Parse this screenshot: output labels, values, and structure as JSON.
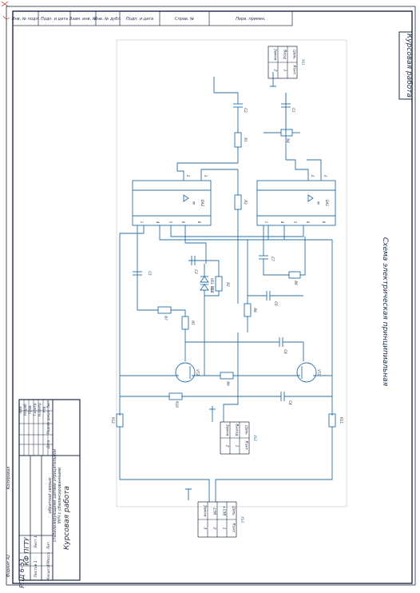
{
  "sheet": {
    "vertical_title": "Курсовая работа",
    "diagram_title": "Схема электрическая принципиальная",
    "top_strip": [
      "Инв. № подл.",
      "Подп. и дата",
      "Взам. инв. №",
      "Инв. № дубл.",
      "Подп. и дата",
      "Справ. №",
      "Перв. примен."
    ],
    "copied_label": "Копировал",
    "format_label": "Формат А2"
  },
  "title_block": {
    "main_title": "Курсовая работа",
    "designation": "КФ ПГТУ",
    "group": "РПД 6-51",
    "subtitle": [
      "УНЧ с сбалансированными",
      "стабилизирующими цепями отрицательной",
      "обратной связью"
    ],
    "stage_header": [
      "Лит.",
      "Масса",
      "Масштаб"
    ],
    "sheet_text": "Лист 1",
    "sheets_text": "Листов 1",
    "roles": [
      "Изм.",
      "Разраб.",
      "Пров.",
      "Т.контр.",
      "Н.контр.",
      "Утв."
    ],
    "columns": [
      "Лист",
      "№ докум.",
      "Подп.",
      "Дата"
    ]
  },
  "components": {
    "chips": [
      {
        "ref": "DA1",
        "sym": "∞"
      },
      {
        "ref": "DA2",
        "sym": "∞"
      }
    ],
    "chip_pins": [
      "2",
      "3",
      "1",
      "4",
      "5",
      "6",
      "8"
    ],
    "transistors": [
      "VT1",
      "VT2"
    ],
    "diodes": [
      "VD1",
      "VD2"
    ],
    "caps": [
      "C1",
      "C2",
      "C3",
      "C4",
      "C5",
      "C6",
      "C7",
      "C8"
    ],
    "resistors": [
      "R1",
      "R2",
      "R3",
      "R4",
      "R5",
      "R6",
      "R7",
      "R8",
      "R9",
      "R10",
      "R11",
      "R12",
      "R13"
    ]
  },
  "connectors": [
    {
      "ref": "XS1",
      "header": [
        "Цепь",
        "Конт."
      ],
      "rows": [
        [
          "Вход",
          "1"
        ],
        [
          "Земля",
          "2"
        ]
      ]
    },
    {
      "ref": "XS2",
      "header": [
        "Цепь",
        "Конт."
      ],
      "rows": [
        [
          "Выход",
          "1"
        ],
        [
          "Земля",
          "2"
        ]
      ]
    },
    {
      "ref": "XS3",
      "header": [
        "Цепь",
        "Конт."
      ],
      "rows": [
        [
          "+15В",
          "1"
        ],
        [
          "-15В",
          "2"
        ],
        [
          "Земля",
          "3"
        ]
      ]
    }
  ],
  "colors": {
    "frame": "#1f2a44",
    "wire": "#2a6fa8",
    "text": "#1f2a44"
  }
}
